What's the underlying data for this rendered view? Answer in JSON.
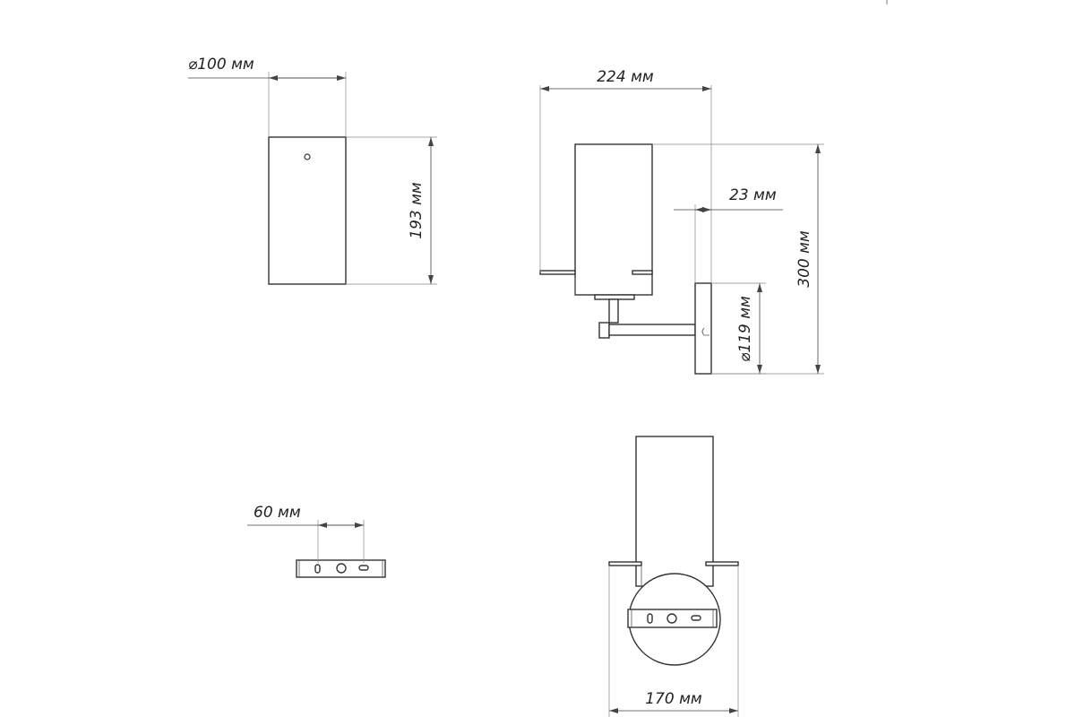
{
  "dimensions": {
    "shade_diameter": "⌀100 мм",
    "shade_height": "193 мм",
    "total_depth": "224 мм",
    "rod_offset": "23 мм",
    "total_height": "300 мм",
    "base_diameter": "⌀119 мм",
    "bracket_holes": "60 мм",
    "total_width": "170 мм"
  }
}
